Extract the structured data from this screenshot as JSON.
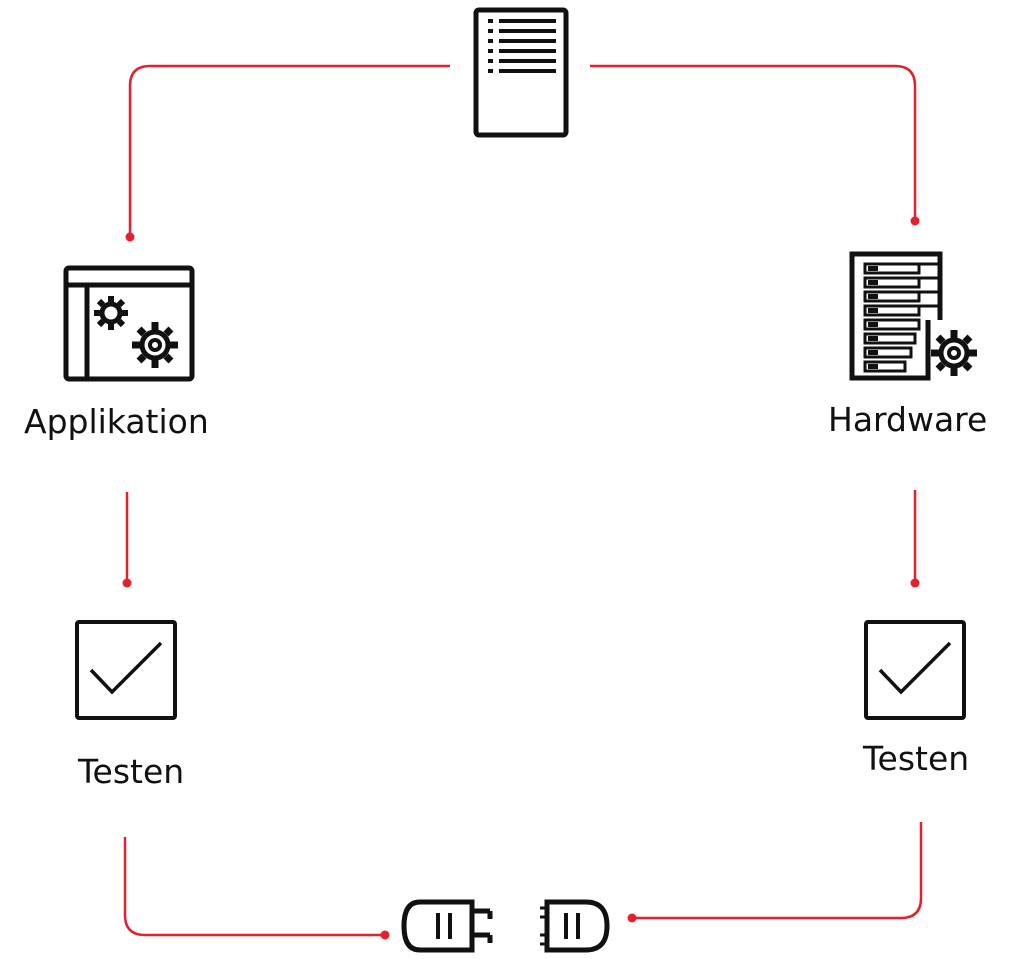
{
  "labels": {
    "application": "Applikation",
    "hardware": "Hardware",
    "test_left": "Testen",
    "test_right": "Testen"
  },
  "icons": {
    "top": "document-list-icon",
    "application": "app-window-gears-icon",
    "hardware": "server-rack-gear-icon",
    "test_left": "checkbox-check-icon",
    "test_right": "checkbox-check-icon",
    "plug": "plug-connector-icon",
    "socket": "socket-connector-icon"
  },
  "colors": {
    "connector": "#e2202e",
    "icon": "#111111",
    "text": "#111111"
  }
}
